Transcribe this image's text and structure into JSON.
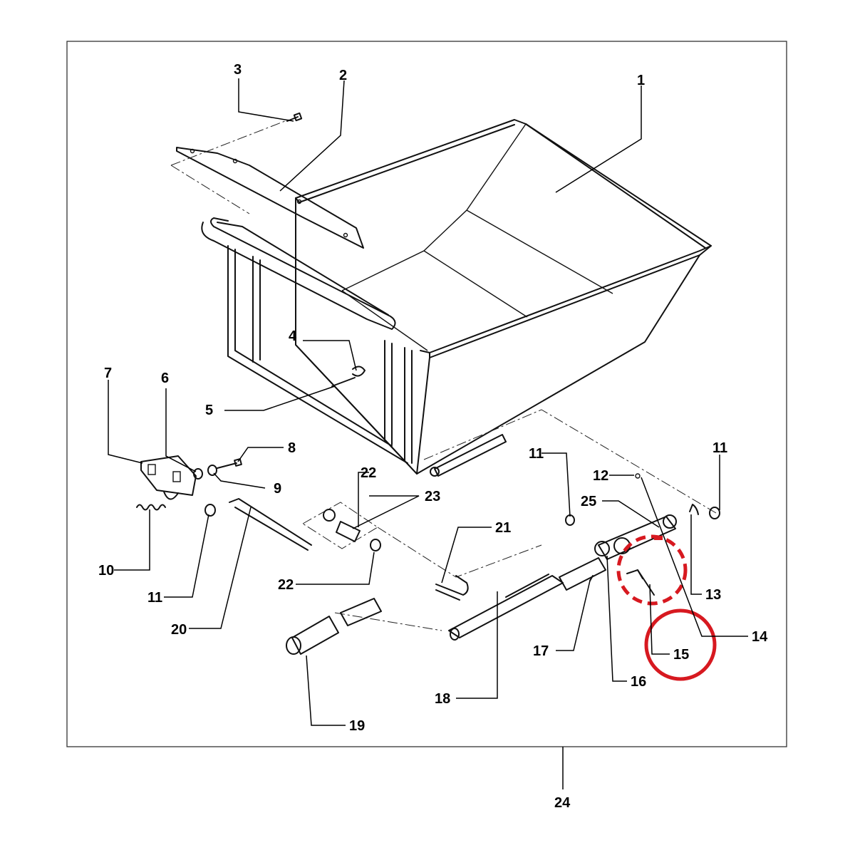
{
  "diagram": {
    "callouts": [
      {
        "id": "1",
        "label": "1"
      },
      {
        "id": "2",
        "label": "2"
      },
      {
        "id": "3",
        "label": "3"
      },
      {
        "id": "4",
        "label": "4"
      },
      {
        "id": "5",
        "label": "5"
      },
      {
        "id": "6",
        "label": "6"
      },
      {
        "id": "7",
        "label": "7"
      },
      {
        "id": "8",
        "label": "8"
      },
      {
        "id": "9",
        "label": "9"
      },
      {
        "id": "10",
        "label": "10"
      },
      {
        "id": "11a",
        "label": "11"
      },
      {
        "id": "11b",
        "label": "11"
      },
      {
        "id": "11c",
        "label": "11"
      },
      {
        "id": "12",
        "label": "12"
      },
      {
        "id": "13",
        "label": "13"
      },
      {
        "id": "14",
        "label": "14"
      },
      {
        "id": "15",
        "label": "15"
      },
      {
        "id": "16",
        "label": "16"
      },
      {
        "id": "17",
        "label": "17"
      },
      {
        "id": "18",
        "label": "18"
      },
      {
        "id": "19",
        "label": "19"
      },
      {
        "id": "20",
        "label": "20"
      },
      {
        "id": "21",
        "label": "21"
      },
      {
        "id": "22a",
        "label": "22"
      },
      {
        "id": "22b",
        "label": "22"
      },
      {
        "id": "23",
        "label": "23"
      },
      {
        "id": "24",
        "label": "24"
      },
      {
        "id": "25",
        "label": "25"
      }
    ],
    "highlight": {
      "part_label": "15",
      "color": "#d71920"
    }
  }
}
